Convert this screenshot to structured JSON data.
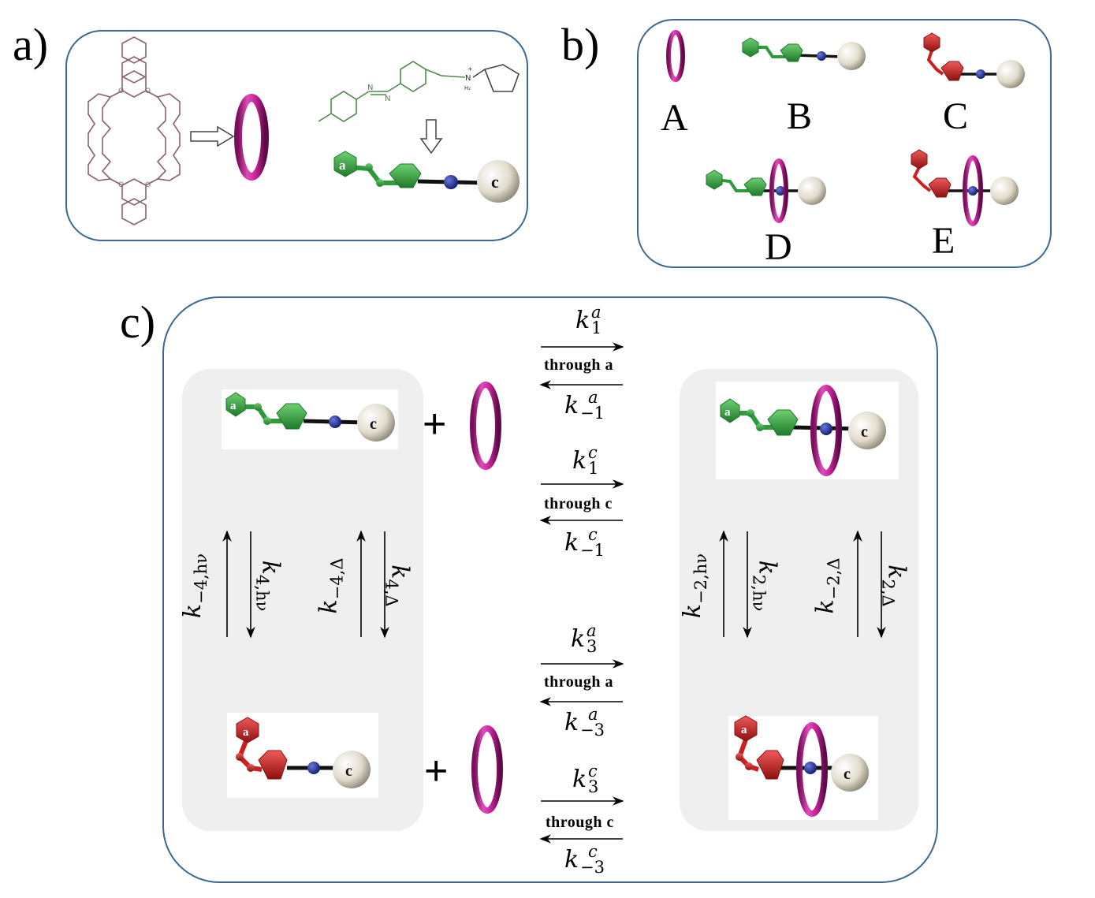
{
  "panels": {
    "a": {
      "label": "a)"
    },
    "b": {
      "label": "b)",
      "species": [
        "A",
        "B",
        "C",
        "D",
        "E"
      ]
    },
    "c": {
      "label": "c)"
    }
  },
  "molecule_labels": {
    "stopper_a": "a",
    "stopper_c": "c"
  },
  "chem_labels": {
    "n": "N",
    "o": "O",
    "nh2": "N",
    "h2": "H₂",
    "plus_dot": "+"
  },
  "reaction": {
    "plus": "+",
    "through_a": "through a",
    "through_c": "through c",
    "horizontal_rates": {
      "k1a": {
        "base": "k",
        "sup": "a",
        "sub": "1"
      },
      "km1a": {
        "base": "k",
        "sup": "a",
        "sub": "−1"
      },
      "k1c": {
        "base": "k",
        "sup": "c",
        "sub": "1"
      },
      "km1c": {
        "base": "k",
        "sup": "c",
        "sub": "−1"
      },
      "k3a": {
        "base": "k",
        "sup": "a",
        "sub": "3"
      },
      "km3a": {
        "base": "k",
        "sup": "a",
        "sub": "−3"
      },
      "k3c": {
        "base": "k",
        "sup": "c",
        "sub": "3"
      },
      "km3c": {
        "base": "k",
        "sup": "c",
        "sub": "−3"
      }
    },
    "vertical_rates": {
      "km4hv": {
        "base": "k",
        "sub": "−4,hν"
      },
      "k4hv": {
        "base": "k",
        "sub": "4,hν"
      },
      "km4d": {
        "base": "k",
        "sub": "−4,Δ"
      },
      "k4d": {
        "base": "k",
        "sub": "4,Δ"
      },
      "km2hv": {
        "base": "k",
        "sub": "−2,hν"
      },
      "k2hv": {
        "base": "k",
        "sub": "2,hν"
      },
      "km2d": {
        "base": "k",
        "sub": "−2,Δ"
      },
      "k2d": {
        "base": "k",
        "sub": "2,Δ"
      }
    }
  },
  "colors": {
    "frame": "#3c6791",
    "ring": "#c8239a",
    "green": "#2f9a3a",
    "red": "#cc2020",
    "ether": "#8a6070",
    "azo": "#4f8a4a"
  }
}
